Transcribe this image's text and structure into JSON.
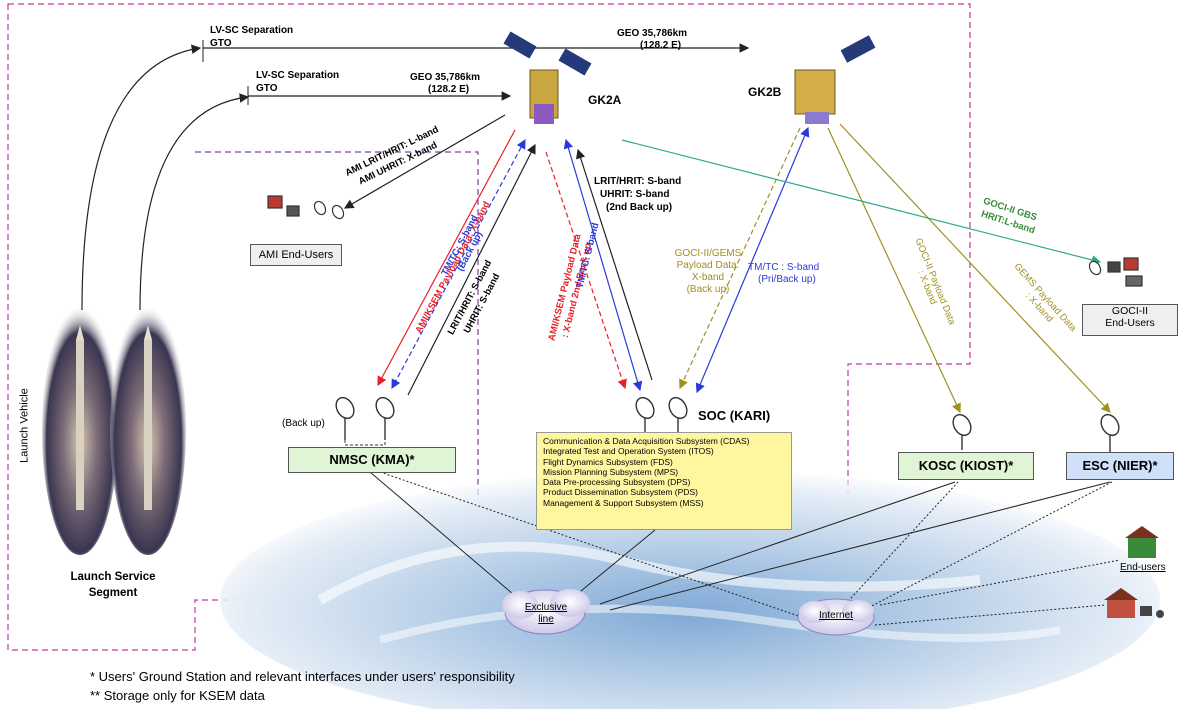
{
  "orbit": {
    "upper_separation": "LV-SC Separation",
    "upper_gto": "GTO",
    "lower_separation": "LV-SC Separation",
    "lower_gto": "GTO",
    "geo_upper_line1": "GEO 35,786km",
    "geo_upper_line2": "(128.2 E)",
    "geo_lower_line1": "GEO 35,786km",
    "geo_lower_line2": "(128.2 E)"
  },
  "satellites": {
    "gk2a": "GK2A",
    "gk2b": "GK2B"
  },
  "launch": {
    "vehicle": "Launch Vehicle",
    "segment_line1": "Launch Service",
    "segment_line2": "Segment"
  },
  "links": {
    "ami_lrit_line1": "AMI LRIT/HRIT: L-band",
    "ami_lrit_line2": "AMI UHRIT: X-band",
    "nmsc_payload": "AMI/KSEM Payload Data: X-band",
    "nmsc_tmtc_line1": "TM/TC: S-band",
    "nmsc_tmtc_line2": "(Back up)",
    "nmsc_lrit_line1": "LRIT/HRIT: S-band",
    "nmsc_lrit_line2": "UHRIT: S-band",
    "soc_payload_line1": "AMI/KSEM Payload Data",
    "soc_payload_line2": ": X-band 2nd Back up",
    "soc_tmtc": "TM/TC: S-band",
    "soc_lrit_line1": "LRIT/HRIT: S-band",
    "soc_lrit_line2": "UHRIT: S-band",
    "soc_lrit_line3": "(2nd Back up)",
    "goci_gems_line1": "GOCI-II/GEMS",
    "goci_gems_line2": "Payload Data:",
    "goci_gems_line3": "X-band",
    "goci_gems_line4": "(Back up)",
    "gk2b_tmtc_line1": "TM/TC : S-band",
    "gk2b_tmtc_line2": "(Pri/Back up)",
    "goci_payload_line1": "GOCI-II Payload Data",
    "goci_payload_line2": ": X-band",
    "gems_payload_line1": "GEMS Payload Data",
    "gems_payload_line2": ": X-band",
    "goci_gbs_line1": "GOCI-II GBS",
    "goci_gbs_line2": "HRIT:L-band"
  },
  "stations": {
    "ami_end_users": "AMI End-Users",
    "goci_end_users_line1": "GOCI-II",
    "goci_end_users_line2": "End-Users",
    "nmsc": "NMSC (KMA)*",
    "nmsc_backup": "(Back up)",
    "soc": "SOC (KARI)",
    "kosc": "KOSC (KIOST)*",
    "esc": "ESC (NIER)*",
    "end_users": "End-users"
  },
  "soc_subsystems": [
    "Communication & Data Acquisition Subsystem (CDAS)",
    "Integrated Test and Operation System (ITOS)",
    "Flight Dynamics Subsystem (FDS)",
    "Mission Planning Subsystem (MPS)",
    "Data Pre-processing Subsystem (DPS)",
    "Product Dissemination Subsystem (PDS)",
    "Management & Support Subsystem (MSS)"
  ],
  "networks": {
    "exclusive_line1": "Exclusive",
    "exclusive_line2": "line",
    "internet": "Internet"
  },
  "footnotes": [
    "* Users' Ground Station and relevant interfaces under users' responsibility",
    "** Storage only for KSEM data"
  ],
  "colors": {
    "red": "#e8202a",
    "blue": "#2a3ad8",
    "olive": "#a09020",
    "green_link": "#2ca88a",
    "magenta_border": "#c03a9a",
    "purple_dash": "#8040a0"
  }
}
